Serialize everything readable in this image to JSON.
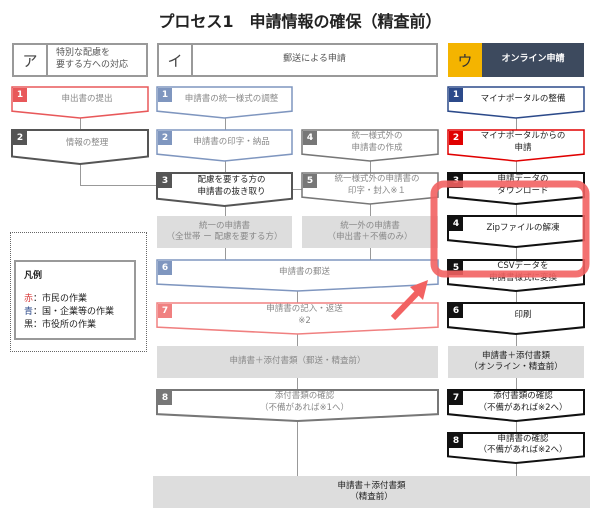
{
  "title": "プロセス1　申請情報の確保（精査前）",
  "columns": {
    "a": {
      "key": "ア",
      "label": "特別な配慮を\n要する方への対応"
    },
    "i": {
      "key": "イ",
      "label": "郵送による申請"
    },
    "u": {
      "key": "ウ",
      "label": "オンライン申請"
    }
  },
  "steps_a": [
    {
      "num": "1",
      "label": "申出書の提出"
    },
    {
      "num": "2",
      "label": "情報の整理"
    }
  ],
  "steps_i": [
    {
      "num": "1",
      "label": "申請書の統一様式の調整"
    },
    {
      "num": "2",
      "label": "申請書の印字・納品"
    },
    {
      "num": "3",
      "label": "配慮を要する方の\n申請書の抜き取り"
    },
    {
      "num": "4",
      "label": "統一様式外の\n申請書の作成"
    },
    {
      "num": "5",
      "label": "統一様式外の申請書の\n印字・封入※１"
    },
    {
      "num": "6",
      "label": "申請書の郵送"
    },
    {
      "num": "7",
      "label": "申請書の記入・返送\n※2"
    },
    {
      "num": "8",
      "label": "添付書類の確認\n（不備があれば※1へ）"
    }
  ],
  "steps_u": [
    {
      "num": "1",
      "label": "マイナポータルの整備"
    },
    {
      "num": "2",
      "label": "マイナポータルからの\n申請"
    },
    {
      "num": "3",
      "label": "申請データの\nダウンロード"
    },
    {
      "num": "4",
      "label": "Zipファイルの解凍"
    },
    {
      "num": "5",
      "label": "CSVデータを\n申請書様式に変換"
    },
    {
      "num": "6",
      "label": "印刷"
    },
    {
      "num": "7",
      "label": "添付書類の確認\n（不備があれば※2へ）"
    },
    {
      "num": "8",
      "label": "申請書の確認\n（不備があれば※2へ）"
    }
  ],
  "docs": {
    "unified": "統一の申請書\n（全世帯 ー 配慮を要する方）",
    "non_unified": "統一外の申請書\n（申出書＋不備のみ）",
    "mail": "申請書＋添付書類（郵送・精査前）",
    "online": "申請書＋添付書類\n（オンライン・精査前）",
    "final": "申請書＋添付書類\n（精査前）"
  },
  "legend": {
    "title": "凡例",
    "items": [
      {
        "key": "赤",
        "text": "：市民の作業",
        "color": "#d83a3a"
      },
      {
        "key": "青",
        "text": "：国・企業等の作業",
        "color": "#2c4a8a"
      },
      {
        "key": "黒",
        "text": "：市役所の作業",
        "color": "#111111"
      }
    ]
  },
  "colors": {
    "red": "#e8585a",
    "blue": "#7f96bf",
    "navy": "#2c4a8a",
    "brightred": "#e00000",
    "highlight": "#f26262",
    "yellow": "#f4b400",
    "header_navy": "#3d4a5e"
  }
}
